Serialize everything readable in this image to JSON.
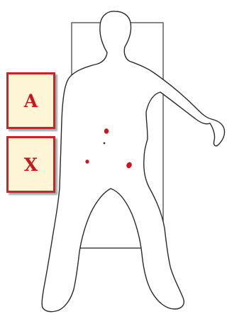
{
  "buttons": {
    "a_label": "A",
    "x_label": "X"
  },
  "colors": {
    "box_border": "#d42025",
    "box_fill": "#fdf5d6",
    "box_text": "#c8161d",
    "marker": "#d0141c",
    "outline": "#2a2a2a"
  },
  "markers": [
    {
      "id": "upper-abdomen"
    },
    {
      "id": "navel"
    },
    {
      "id": "left-groin"
    },
    {
      "id": "right-groin"
    }
  ]
}
